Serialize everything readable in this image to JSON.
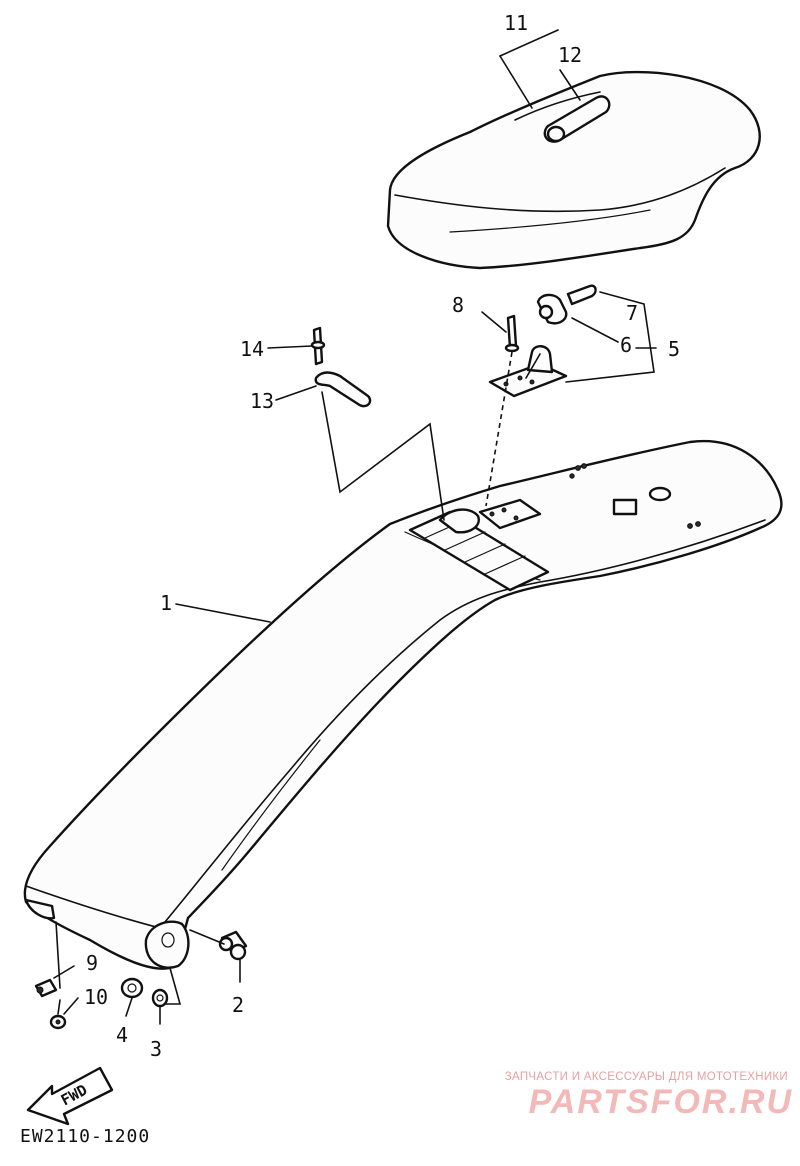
{
  "diagram": {
    "callouts": [
      {
        "id": "c1",
        "label": "1"
      },
      {
        "id": "c2",
        "label": "2"
      },
      {
        "id": "c3",
        "label": "3"
      },
      {
        "id": "c4",
        "label": "4"
      },
      {
        "id": "c5",
        "label": "5"
      },
      {
        "id": "c6",
        "label": "6"
      },
      {
        "id": "c7",
        "label": "7"
      },
      {
        "id": "c8",
        "label": "8"
      },
      {
        "id": "c9",
        "label": "9"
      },
      {
        "id": "c10",
        "label": "10"
      },
      {
        "id": "c11",
        "label": "11"
      },
      {
        "id": "c12",
        "label": "12"
      },
      {
        "id": "c13",
        "label": "13"
      },
      {
        "id": "c14",
        "label": "14"
      }
    ],
    "fwd_label": "FWD",
    "drawing_code": "EW2110-1200"
  },
  "watermark": {
    "line": "ЗАПЧАСТИ И АКСЕССУАРЫ ДЛЯ МОТОТЕХНИКИ",
    "logo": "PARTSFOR.RU"
  }
}
